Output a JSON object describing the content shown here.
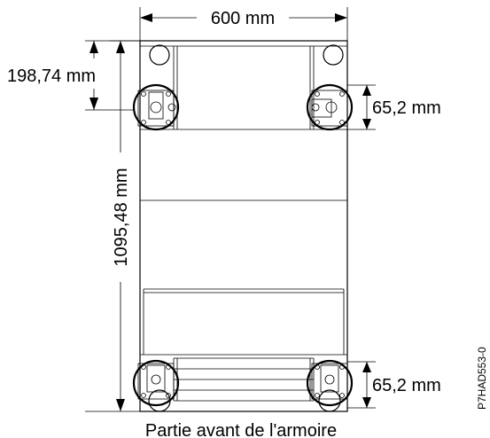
{
  "dimensions": {
    "width": "600 mm",
    "top_caster_offset": "198,74 mm",
    "depth": "1095,48 mm",
    "rear_caster_size": "65,2 mm",
    "front_caster_size": "65,2 mm"
  },
  "caption": "Partie avant de l'armoire",
  "figure_id": "P7HAD553-0"
}
